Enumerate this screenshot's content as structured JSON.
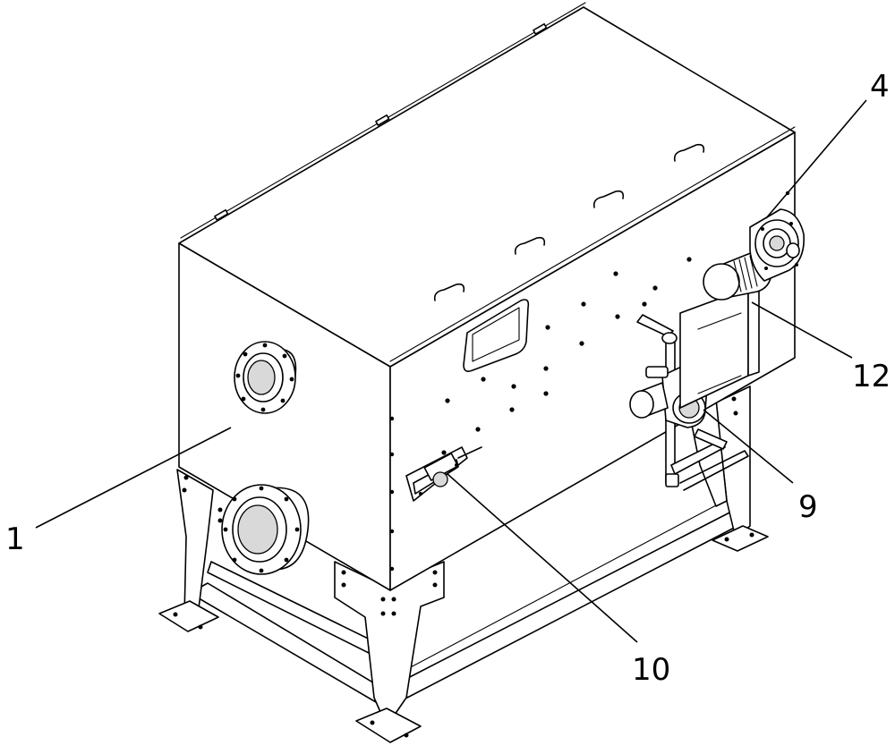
{
  "figure": {
    "callouts": [
      {
        "id": "c1",
        "label": "1"
      },
      {
        "id": "c4",
        "label": "4"
      },
      {
        "id": "c12",
        "label": "12"
      },
      {
        "id": "c9",
        "label": "9"
      },
      {
        "id": "c10",
        "label": "10"
      }
    ]
  }
}
